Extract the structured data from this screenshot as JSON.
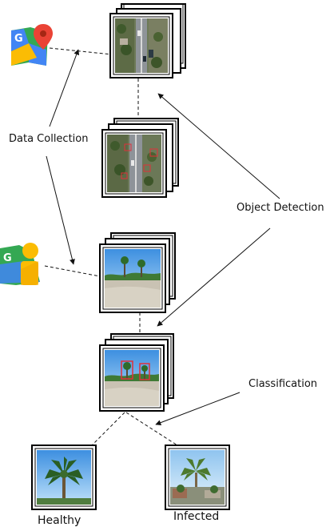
{
  "labels": {
    "data_collection": "Data Collection",
    "object_detection": "Object Detection",
    "classification": "Classification",
    "healthy": "Healthy",
    "infected": "Infected"
  },
  "icons": {
    "maps": "google-maps-icon",
    "street_view": "google-street-view-icon"
  },
  "colors": {
    "line": "#111111",
    "detection_box": "#e0303a",
    "maps_green": "#34a853",
    "maps_yellow": "#fbbc04",
    "maps_blue": "#4285f4",
    "maps_red": "#ea4335",
    "sky": "#5aa6e6",
    "palm": "#2e6b2a"
  }
}
